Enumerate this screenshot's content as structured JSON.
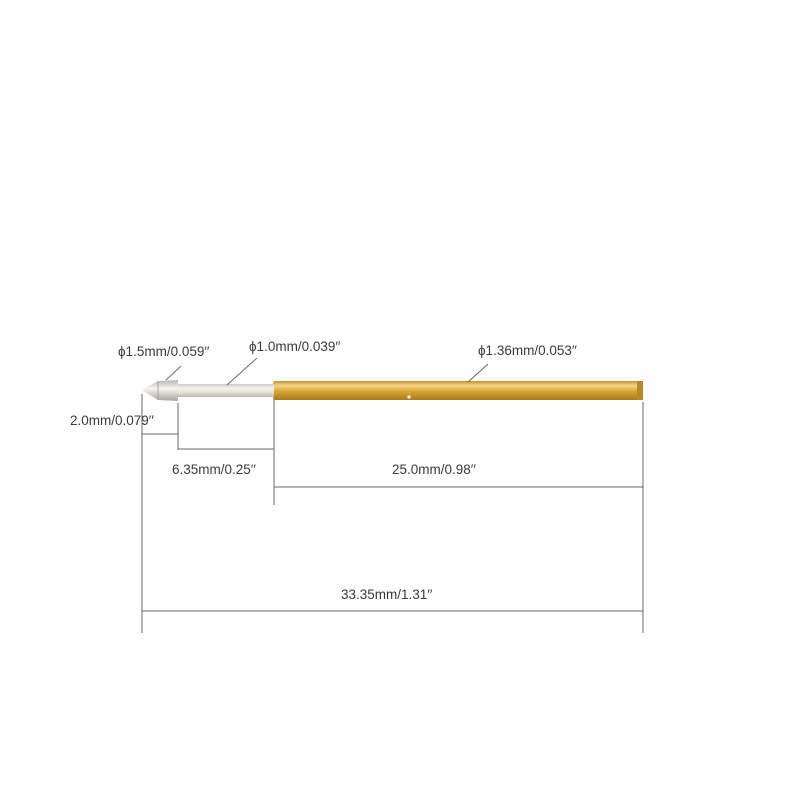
{
  "labels": {
    "tip_diameter": "ϕ1.5mm/0.059′′",
    "plunger_diameter": "ϕ1.0mm/0.039′′",
    "barrel_diameter": "ϕ1.36mm/0.053′′",
    "tip_length": "2.0mm/0.079′′",
    "plunger_length": "6.35mm/0.25′′",
    "barrel_length": "25.0mm/0.98′′",
    "total_length": "33.35mm/1.31′′"
  },
  "colors": {
    "barrel": "#d9a530",
    "barrel_highlight": "#f3d58a",
    "barrel_shadow": "#a87a1c",
    "plunger": "#e4e1dc",
    "plunger_shadow": "#b9b5ae",
    "line": "#6a6a6a",
    "text": "#3a3a3a"
  }
}
